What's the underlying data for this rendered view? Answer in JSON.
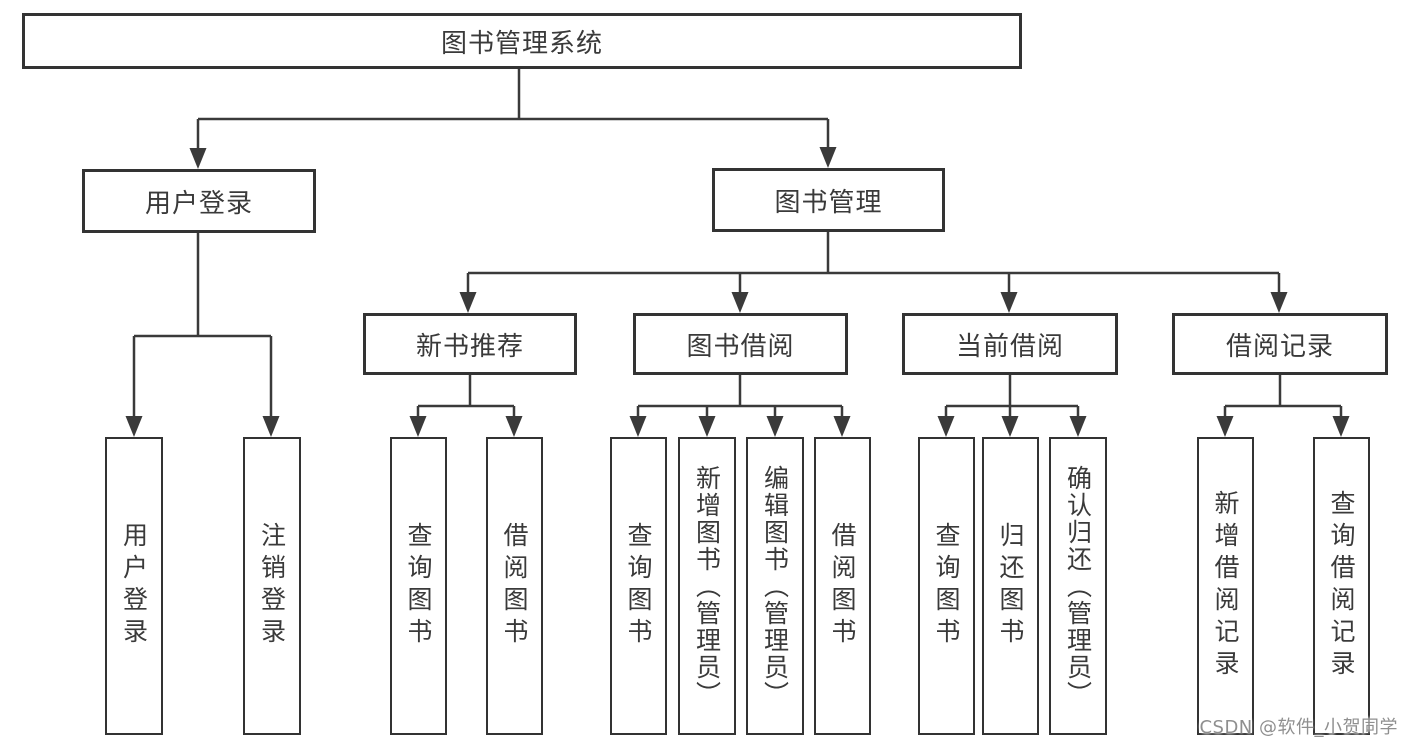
{
  "root": {
    "label": "图书管理系统"
  },
  "branches": [
    {
      "label": "用户登录",
      "children": [
        "用户登录",
        "注销登录"
      ]
    },
    {
      "label": "图书管理"
    }
  ],
  "modules": [
    {
      "label": "新书推荐",
      "children": [
        "查询图书",
        "借阅图书"
      ]
    },
    {
      "label": "图书借阅",
      "children": [
        "查询图书",
        "新增图书（管理员）",
        "编辑图书（管理员）",
        "借阅图书"
      ]
    },
    {
      "label": "当前借阅",
      "children": [
        "查询图书",
        "归还图书",
        "确认归还（管理员）"
      ]
    },
    {
      "label": "借阅记录",
      "children": [
        "新增借阅记录",
        "查询借阅记录"
      ]
    }
  ],
  "watermark": "CSDN @软件_小贺同学",
  "colors": {
    "line": "#3a3a3a",
    "border": "#333333",
    "text": "#3a3a3a",
    "watermark": "#8f8f8f",
    "background": "#ffffff"
  }
}
